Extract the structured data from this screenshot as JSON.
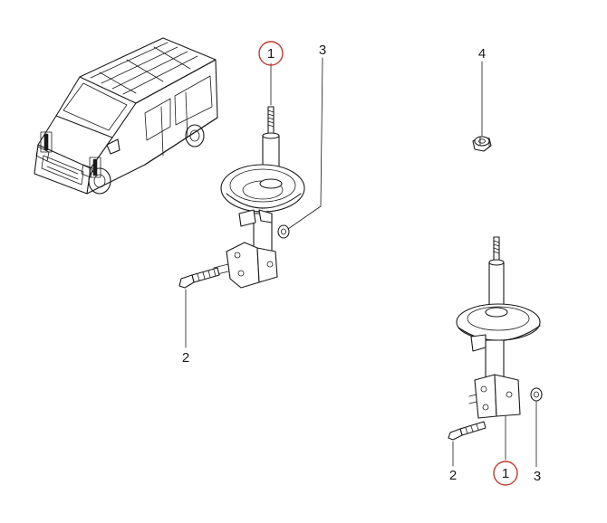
{
  "callouts": {
    "front_strut_part": "1",
    "front_bolt_part": "2",
    "front_nut_part": "3",
    "top_nut_part": "4",
    "rear_strut_part": "1",
    "rear_bolt_part": "2",
    "rear_nut_part": "3"
  },
  "colors": {
    "highlight_ring": "#c0392b",
    "line": "#1a1a1a"
  }
}
